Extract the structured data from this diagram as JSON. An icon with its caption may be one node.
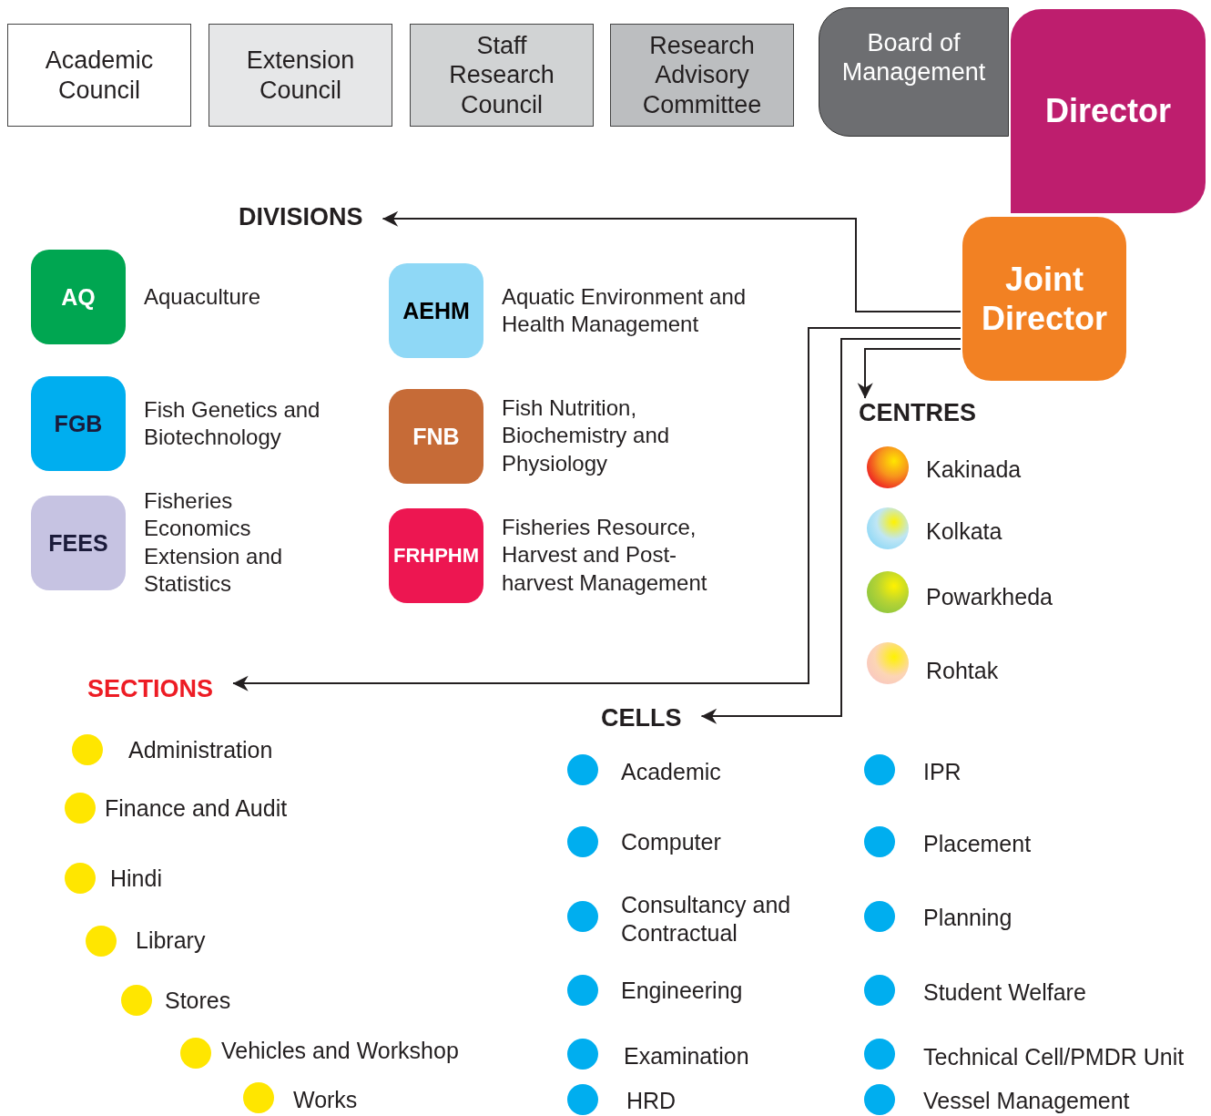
{
  "diagram": {
    "nodes": [
      {
        "text": [
          "Academic Council"
        ]
      },
      {
        "text": [
          "Extension Council"
        ]
      },
      {
        "text": [
          "Staff Research Council"
        ]
      },
      {
        "text": [
          "Research Advisory Committee"
        ]
      },
      {
        "text": [
          "Board of Management"
        ]
      },
      {
        "text": [
          "Director"
        ]
      },
      {
        "text": [
          "Joint Director"
        ]
      },
      {
        "text": [
          "DIVISIONS"
        ]
      },
      {
        "text": [
          "CENTRES"
        ]
      },
      {
        "text": [
          "SECTIONS"
        ]
      },
      {
        "text": [
          "CELLS"
        ]
      },
      {
        "text": [
          "AQ"
        ],
        "beside": [
          "Aquaculture"
        ]
      },
      {
        "text": [
          "AEHM"
        ],
        "beside": [
          "Aquatic Environment and Health Management"
        ]
      },
      {
        "text": [
          "FGB"
        ],
        "beside": [
          "Fish Genetics and Biotechnology"
        ]
      },
      {
        "text": [
          "FNB"
        ],
        "beside": [
          "Fish Nutrition, Biochemistry and Physiology"
        ]
      },
      {
        "text": [
          "FEES"
        ],
        "beside": [
          "Fisheries Economics Extension and Statistics"
        ]
      },
      {
        "text": [
          "FRHPHM"
        ],
        "beside": [
          "Fisheries Resource, Harvest and Post-harvest Management"
        ]
      }
    ],
    "edges": [
      {
        "from": 6,
        "to": 7,
        "arrow": "to"
      },
      {
        "from": 6,
        "to": 9,
        "arrow": "to"
      },
      {
        "from": 6,
        "to": 10,
        "arrow": "to"
      },
      {
        "from": 6,
        "to": 8,
        "arrow": "to"
      }
    ],
    "labels": [
      "Kakinada",
      "Kolkata",
      "Powarkheda",
      "Rohtak",
      "Administration",
      "Finance and Audit",
      "Hindi",
      "Library",
      "Stores",
      "Vehicles and Workshop",
      "Works",
      "Academic",
      "IPR",
      "Computer",
      "Placement",
      "Consultancy and Contractual",
      "Planning",
      "Engineering",
      "Student Welfare",
      "Examination",
      "Technical Cell/PMDR Unit",
      "HRD",
      "Vessel Management"
    ]
  }
}
